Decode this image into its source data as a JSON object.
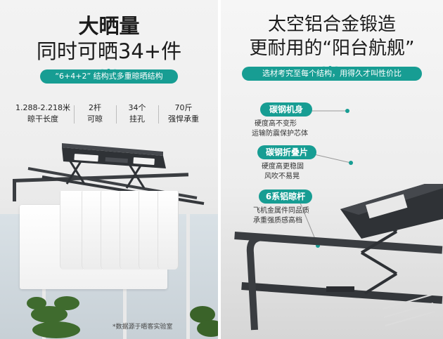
{
  "left": {
    "title_line1": "大晒量",
    "title_line2": "同时可晒34+件",
    "pill": "“6+4+2” 结构式多重晾晒结构",
    "stats": [
      {
        "value": "1.288-2.218米",
        "label": "晾干长度"
      },
      {
        "value": "2杆",
        "label": "可晾"
      },
      {
        "value": "34个",
        "label": "挂孔"
      },
      {
        "value": "70斤",
        "label": "强悍承重"
      }
    ],
    "note": "*数据源于晤客实验室"
  },
  "right": {
    "title_line1": "太空铝合金锻造",
    "title_line2": "更耐用的“阳台航舰”",
    "pill": "选材考究至每个结构，用得久才叫性价比",
    "callouts": [
      {
        "title": "碳钢机身",
        "desc1": "硬度高不变形",
        "desc2": "运输防震保护芯体"
      },
      {
        "title": "碳钢折叠片",
        "desc1": "硬度高更稳固",
        "desc2": "风吹不易晃"
      },
      {
        "title": "6系铝晾杆",
        "desc1": "飞机金属件同品质",
        "desc2": "承重强质感高档"
      }
    ]
  },
  "colors": {
    "accent": "#179d93",
    "device": "#2f3236"
  }
}
